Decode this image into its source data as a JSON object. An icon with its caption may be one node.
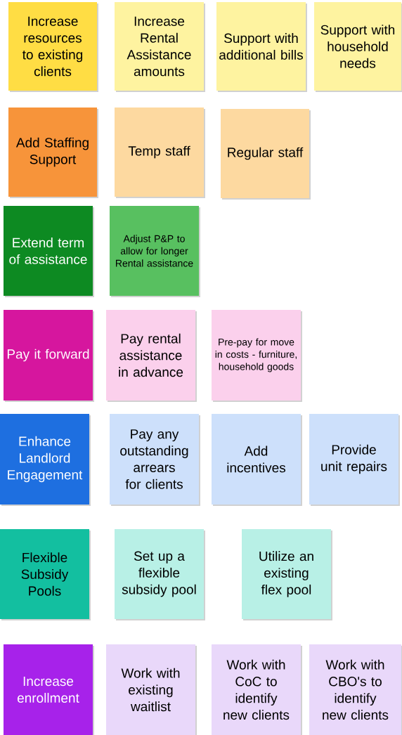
{
  "diagram": {
    "nodes": [
      {
        "text": [
          "Increase resources to existing clients"
        ]
      },
      {
        "text": [
          "Increase Rental Assistance amounts"
        ]
      },
      {
        "text": [
          "Support with additional bills"
        ]
      },
      {
        "text": [
          "Support with household needs"
        ]
      },
      {
        "text": [
          "Add Staffing Support"
        ]
      },
      {
        "text": [
          "Temp staff"
        ]
      },
      {
        "text": [
          "Regular staff"
        ]
      },
      {
        "text": [
          "Extend term of assistance"
        ]
      },
      {
        "text": [
          "Adjust P&P to allow for longer Rental assistance"
        ]
      },
      {
        "text": [
          "Pay it forward"
        ]
      },
      {
        "text": [
          "Pay rental assistance in advance"
        ]
      },
      {
        "text": [
          "Pre-pay for move in costs - furniture, household goods"
        ]
      },
      {
        "text": [
          "Enhance Landlord Engagement"
        ]
      },
      {
        "text": [
          "Pay any outstanding arrears for clients"
        ]
      },
      {
        "text": [
          "Add incentives"
        ]
      },
      {
        "text": [
          "Provide unit repairs"
        ]
      },
      {
        "text": [
          "Flexible Subsidy Pools"
        ]
      },
      {
        "text": [
          "Set up a flexible subsidy pool"
        ]
      },
      {
        "text": [
          "Utilize an existing flex pool"
        ]
      },
      {
        "text": [
          "Increase enrollment"
        ]
      },
      {
        "text": [
          "Work with existing waitlist"
        ]
      },
      {
        "text": [
          "Work with CoC to identify new clients"
        ]
      },
      {
        "text": [
          "Work with CBO's to identify new clients"
        ]
      }
    ],
    "edges": []
  }
}
